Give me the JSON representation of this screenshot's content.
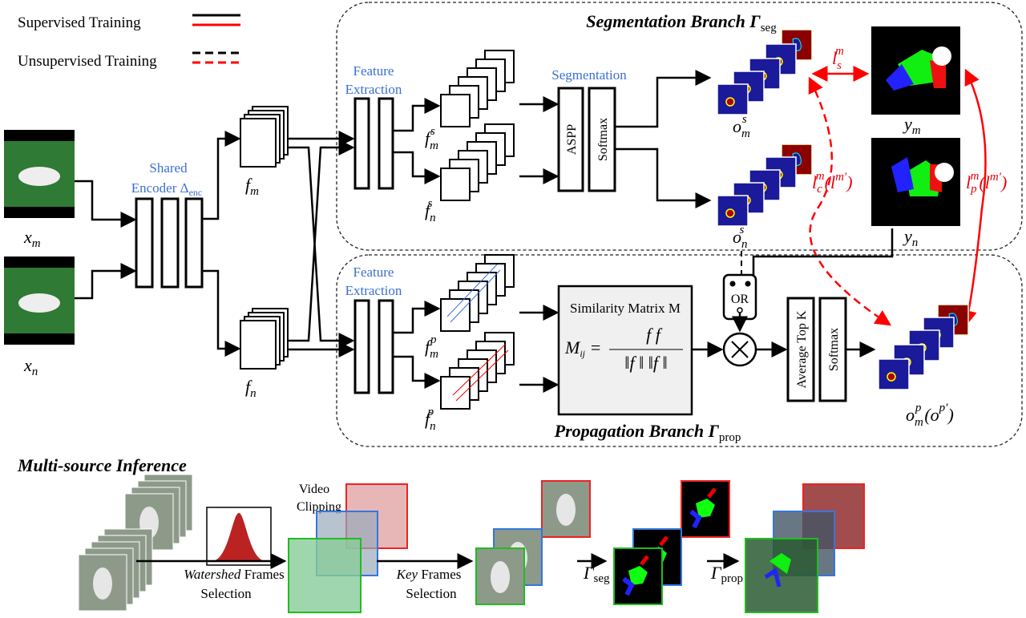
{
  "legend": {
    "supervised": "Supervised Training",
    "unsupervised": "Unsupervised Training"
  },
  "colors": {
    "supervised_black": "#000000",
    "supervised_red": "#ff0000",
    "label_blue": "#3a6fd1",
    "mask_blue": "#00008b",
    "mask_red": "#8b0000"
  },
  "inputs": {
    "xm": {
      "base": "x",
      "sub": "m"
    },
    "xn": {
      "base": "x",
      "sub": "n"
    }
  },
  "encoder": {
    "line1": "Shared",
    "line2": "Encoder Δ",
    "sub": "enc"
  },
  "features": {
    "fm": {
      "base": "f",
      "sub": "m"
    },
    "fn": {
      "base": "f",
      "sub": "n"
    }
  },
  "segmentation_branch": {
    "title": "Segmentation Branch Γ",
    "title_sub": "seg",
    "feature_extraction": [
      "Feature",
      "Extraction"
    ],
    "fms": {
      "base": "f",
      "sub": "m",
      "sup": "s"
    },
    "fns": {
      "base": "f",
      "sub": "n",
      "sup": "s"
    },
    "segmentation": "Segmentation",
    "aspp": "ASPP",
    "softmax": "Softmax",
    "oms": {
      "base": "o",
      "sub": "m",
      "sup": "s"
    },
    "ons": {
      "base": "o",
      "sub": "n",
      "sup": "s"
    },
    "ym": {
      "base": "y",
      "sub": "m"
    },
    "yn": {
      "base": "y",
      "sub": "n"
    }
  },
  "losses": {
    "ls": {
      "base": "l",
      "sub": "s",
      "sup": "m"
    },
    "lc": {
      "text": "l",
      "sub": "c",
      "sup": "m",
      "paren": "(l",
      "paren_sup": "m′",
      "close": ")"
    },
    "lp": {
      "text": "l",
      "sub": "p",
      "sup": "m",
      "paren": "(l",
      "paren_sup": "m′",
      "close": ")"
    }
  },
  "propagation_branch": {
    "title": "Propagation Branch Γ",
    "title_sub": "prop",
    "feature_extraction": [
      "Feature",
      "Extraction"
    ],
    "fmp": {
      "base": "f",
      "sub": "m",
      "sup": "p"
    },
    "fnp": {
      "base": "f",
      "sub": "n",
      "sup": "p"
    },
    "similarity_title": "Similarity Matrix M",
    "formula_lhs": "M",
    "formula_lhs_sub": "ij",
    "formula_num": "f  f",
    "formula_den": "‖f  ‖ ‖f  ‖",
    "or_gate": "OR",
    "average_top_k": "Average Top K",
    "softmax": "Softmax",
    "omp": {
      "base": "o",
      "sub": "m",
      "sup": "p",
      "paren": "(o",
      "paren_sup": "p′",
      "close": ")"
    }
  },
  "inference": {
    "title": "Multi-source Inference",
    "watershed_italic": "Watershed",
    "watershed_rest": " Frames",
    "watershed_line2": "Selection",
    "video_clipping": [
      "Video",
      "Clipping"
    ],
    "key_italic": "Key",
    "key_rest": " Frames",
    "key_line2": "Selection",
    "seg_label": "Γ",
    "seg_sub": "seg",
    "prop_label": "Γ",
    "prop_sub": "prop"
  }
}
